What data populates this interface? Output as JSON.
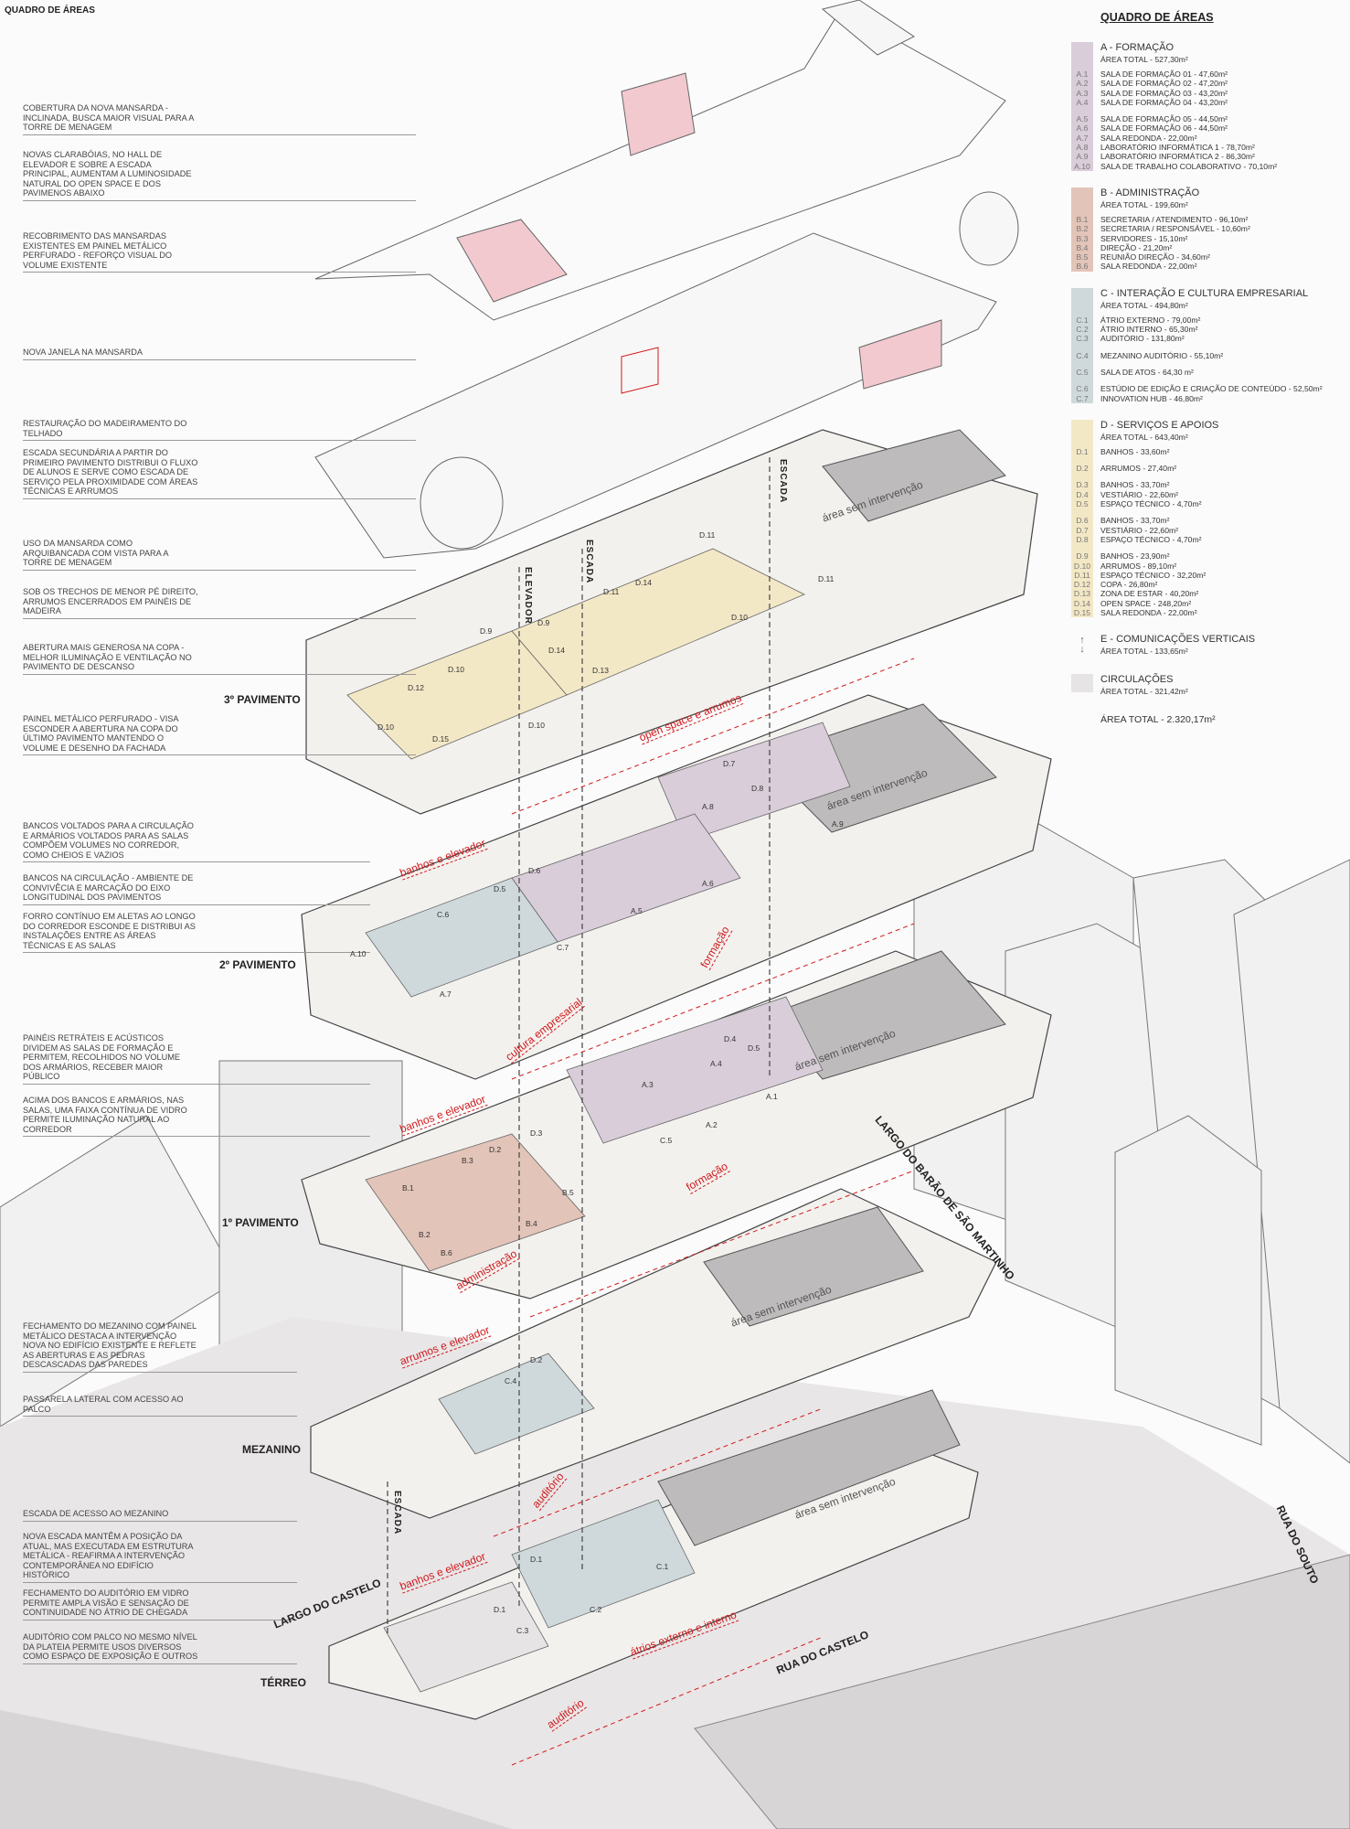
{
  "header": {
    "title": "QUADRO DE ÁREAS"
  },
  "annotations": [
    "COBERTURA DA NOVA MANSARDA - INCLINADA, BUSCA MAIOR VISUAL PARA A TORRE DE MENAGEM",
    "NOVAS CLARABÓIAS, NO HALL DE ELEVADOR E SOBRE A ESCADA PRINCIPAL, AUMENTAM A LUMINOSIDADE NATURAL DO OPEN SPACE E DOS PAVIMENOS ABAIXO",
    "RECOBRIMENTO DAS MANSARDAS EXISTENTES EM PAINEL METÁLICO PERFURADO - REFORÇO VISUAL DO VOLUME EXISTENTE",
    "NOVA JANELA NA MANSARDA",
    "RESTAURAÇÃO DO MADEIRAMENTO DO TELHADO",
    "ESCADA SECUNDÁRIA A PARTIR DO PRIMEIRO PAVIMENTO DISTRIBUI O FLUXO DE ALUNOS E SERVE COMO ESCADA DE SERVIÇO PELA PROXIMIDADE COM ÁREAS TÉCNICAS E ARRUMOS",
    "USO DA MANSARDA COMO ARQUIBANCADA COM VISTA PARA A TORRE DE MENAGEM",
    "SOB OS TRECHOS DE MENOR PÉ DIREITO, ARRUMOS ENCERRADOS EM PAINÉIS DE MADEIRA",
    "ABERTURA MAIS GENEROSA NA COPA - MELHOR ILUMINAÇÃO E VENTILAÇÃO NO PAVIMENTO DE DESCANSO",
    "PAINEL METÁLICO PERFURADO - VISA ESCONDER A ABERTURA NA COPA DO ÚLTIMO PAVIMENTO MANTENDO O VOLUME E DESENHO DA FACHADA",
    "BANCOS VOLTADOS PARA A CIRCULAÇÃO E ARMÁRIOS VOLTADOS PARA AS SALAS COMPÕEM VOLUMES NO CORREDOR, COMO CHEIOS E VAZIOS",
    "BANCOS NA CIRCULAÇÃO - AMBIENTE DE CONVIVÊCIA E MARCAÇÃO DO EIXO LONGITUDINAL DOS PAVIMENTOS",
    "FORRO CONTÍNUO EM ALETAS AO LONGO DO CORREDOR ESCONDE E DISTRIBUI AS INSTALAÇÕES ENTRE AS ÁREAS TÉCNICAS E AS SALAS",
    "PAINÉIS RETRÁTEIS E ACÚSTICOS DIVIDEM AS SALAS DE FORMAÇÃO E PERMITEM, RECOLHIDOS NO VOLUME DOS ARMÁRIOS, RECEBER MAIOR PÚBLICO",
    "ACIMA DOS BANCOS E ARMÁRIOS, NAS SALAS, UMA FAIXA CONTÍNUA DE VIDRO PERMITE ILUMINAÇÃO NATURAL AO CORREDOR",
    "FECHAMENTO DO MEZANINO COM PAINEL METÁLICO DESTACA A INTERVENÇÃO NOVA NO EDIFÍCIO EXISTENTE E REFLETE AS ABERTURAS E AS PEDRAS DESCASCADAS DAS PAREDES",
    "PASSARELA LATERAL COM ACESSO AO PALCO",
    "ESCADA DE ACESSO AO MEZANINO",
    "NOVA ESCADA MANTÊM A POSIÇÃO DA ATUAL, MAS EXECUTADA EM ESTRUTURA METÁLICA - REAFIRMA A INTERVENÇÃO CONTEMPORÂNEA NO EDIFÍCIO HISTÓRICO",
    "FECHAMENTO DO AUDITÓRIO EM VIDRO PERMITE AMPLA VISÃO E SENSAÇÃO DE CONTINUIDADE NO ÁTRIO DE CHEGADA",
    "AUDITÓRIO COM PALCO NO MESMO NÍVEL DA PLATEIA PERMITE USOS DIVERSOS COMO ESPAÇO DE EXPOSIÇÃO E OUTROS"
  ],
  "floors": [
    "3º PAVIMENTO",
    "2º PAVIMENTO",
    "1º PAVIMENTO",
    "MEZANINO",
    "TÉRREO"
  ],
  "zone_labels": [
    "open space e arrumos",
    "banhos e elevador",
    "formação",
    "cultura empresarial",
    "banhos e elevador",
    "formação",
    "administração",
    "arrumos e elevador",
    "auditório",
    "banhos e elevador",
    "átrios externo e interno",
    "auditório"
  ],
  "no_intervention": "área sem intervenção",
  "vertical_labels": {
    "stair": "ESCADA",
    "elevator": "ELEVADOR"
  },
  "streets": [
    "LARGO DO CASTELO",
    "RUA DO CASTELO",
    "LARGO DO BARÃO DE SÃO MARTINHO",
    "RUA DO SOUTO"
  ],
  "rooms": [
    "D.11",
    "D.14",
    "D.11",
    "D.11",
    "D.10",
    "D.9",
    "D.9",
    "D.14",
    "D.10",
    "D.12",
    "D.13",
    "D.10",
    "D.10",
    "D.15",
    "D.7",
    "D.8",
    "A.8",
    "A.9",
    "D.6",
    "D.5",
    "A.5",
    "A.6",
    "C.6",
    "C.7",
    "A.10",
    "A.7",
    "D.4",
    "D.5",
    "A.4",
    "A.3",
    "A.1",
    "A.2",
    "D.3",
    "D.2",
    "C.5",
    "B.3",
    "B.1",
    "B.5",
    "B.4",
    "B.2",
    "B.6",
    "D.2",
    "C.4",
    "D.1",
    "C.1",
    "C.2",
    "D.1",
    "C.3"
  ],
  "legend": {
    "title": "QUADRO DE ÁREAS",
    "groups": [
      {
        "name": "A - FORMAÇÃO",
        "total": "ÁREA TOTAL - 527,30m²",
        "color": "#d9cdd9",
        "items": [
          {
            "code": "A.1",
            "label": "SALA DE FORMAÇÃO 01 - 47,60m²"
          },
          {
            "code": "A.2",
            "label": "SALA DE FORMAÇÃO 02 - 47,20m²"
          },
          {
            "code": "A.3",
            "label": "SALA DE FORMAÇÃO 03 - 43,20m²"
          },
          {
            "code": "A.4",
            "label": "SALA DE FORMAÇÃO 04 - 43,20m²",
            "gap": true
          },
          {
            "code": "A.5",
            "label": "SALA DE FORMAÇÃO 05 - 44,50m²"
          },
          {
            "code": "A.6",
            "label": "SALA DE FORMAÇÃO 06 - 44,50m²"
          },
          {
            "code": "A.7",
            "label": "SALA REDONDA - 22,00m²"
          },
          {
            "code": "A.8",
            "label": "LABORATÓRIO INFORMÁTICA 1 - 78,70m²"
          },
          {
            "code": "A.9",
            "label": "LABORATÓRIO INFORMÁTICA 2 - 86,30m²"
          },
          {
            "code": "A.10",
            "label": "SALA DE TRABALHO COLABORATIVO - 70,10m²"
          }
        ]
      },
      {
        "name": "B - ADMINISTRAÇÃO",
        "total": "ÁREA TOTAL - 199,60m²",
        "color": "#e3c4b8",
        "items": [
          {
            "code": "B.1",
            "label": "SECRETARIA / ATENDIMENTO - 96,10m²"
          },
          {
            "code": "B.2",
            "label": "SECRETARIA / RESPONSÁVEL - 10,60m²"
          },
          {
            "code": "B.3",
            "label": "SERVIDORES - 15,10m²"
          },
          {
            "code": "B.4",
            "label": "DIREÇÃO - 21,20m²"
          },
          {
            "code": "B.5",
            "label": "REUNIÃO DIREÇÃO - 34,60m²"
          },
          {
            "code": "B.6",
            "label": "SALA REDONDA - 22,00m²"
          }
        ]
      },
      {
        "name": "C - INTERAÇÃO E CULTURA EMPRESARIAL",
        "total": "ÁREA TOTAL - 494,80m²",
        "color": "#cfd9dc",
        "items": [
          {
            "code": "C.1",
            "label": "ÁTRIO EXTERNO - 79,00m²"
          },
          {
            "code": "C.2",
            "label": "ÁTRIO INTERNO - 65,30m²"
          },
          {
            "code": "C.3",
            "label": "AUDITÓRIO - 131,80m²",
            "gap": true
          },
          {
            "code": "C.4",
            "label": "MEZANINO AUDITÓRIO - 55,10m²",
            "gap": true
          },
          {
            "code": "C.5",
            "label": "SALA DE ATOS - 64,30 m²",
            "gap": true
          },
          {
            "code": "C.6",
            "label": "ESTÚDIO DE EDIÇÃO E CRIAÇÃO DE CONTEÚDO - 52,50m²"
          },
          {
            "code": "C.7",
            "label": "INNOVATION HUB - 46,80m²"
          }
        ]
      },
      {
        "name": "D - SERVIÇOS E APOIOS",
        "total": "ÁREA TOTAL - 643,40m²",
        "color": "#f3e8c6",
        "items": [
          {
            "code": "D.1",
            "label": "BANHOS - 33,60m²",
            "gap": true
          },
          {
            "code": "D.2",
            "label": "ARRUMOS - 27,40m²",
            "gap": true
          },
          {
            "code": "D.3",
            "label": "BANHOS - 33,70m²"
          },
          {
            "code": "D.4",
            "label": "VESTIÁRIO - 22,60m²"
          },
          {
            "code": "D.5",
            "label": "ESPAÇO TÉCNICO - 4,70m²",
            "gap": true
          },
          {
            "code": "D.6",
            "label": "BANHOS - 33,70m²"
          },
          {
            "code": "D.7",
            "label": "VESTIÁRIO - 22,60m²"
          },
          {
            "code": "D.8",
            "label": "ESPAÇO TÉCNICO - 4,70m²",
            "gap": true
          },
          {
            "code": "D.9",
            "label": "BANHOS - 23,90m²"
          },
          {
            "code": "D.10",
            "label": "ARRUMOS - 89,10m²"
          },
          {
            "code": "D.11",
            "label": "ESPAÇO TÉCNICO - 32,20m²"
          },
          {
            "code": "D.12",
            "label": "COPA - 26,80m²"
          },
          {
            "code": "D.13",
            "label": "ZONA DE ESTAR - 40,20m²"
          },
          {
            "code": "D.14",
            "label": "OPEN SPACE - 248,20m²"
          },
          {
            "code": "D.15",
            "label": "SALA REDONDA - 22,00m²"
          }
        ]
      }
    ],
    "vertical": {
      "name": "E - COMUNICAÇÕES VERTICAIS",
      "total": "ÁREA TOTAL - 133,65m²"
    },
    "circulation": {
      "name": "CIRCULAÇÕES",
      "total": "ÁREA TOTAL - 321,42m²",
      "color": "#e6e4e4"
    },
    "grand_total": "ÁREA TOTAL - 2.320,17m²"
  }
}
